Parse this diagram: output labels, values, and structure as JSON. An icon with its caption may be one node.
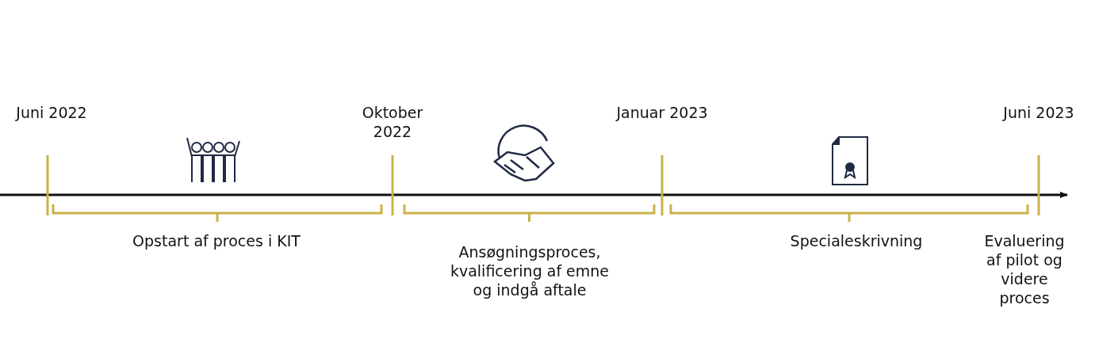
{
  "diagram": {
    "labels": [
      "Juni 2022",
      "Oktober 2022",
      "Januar 2023",
      "Juni 2023",
      "Opstart af proces i KIT",
      "Ansøgningsproces, kvalificering af emne og indgå aftale",
      "Specialeskrivning",
      "Evaluering af pilot og videre proces"
    ]
  }
}
